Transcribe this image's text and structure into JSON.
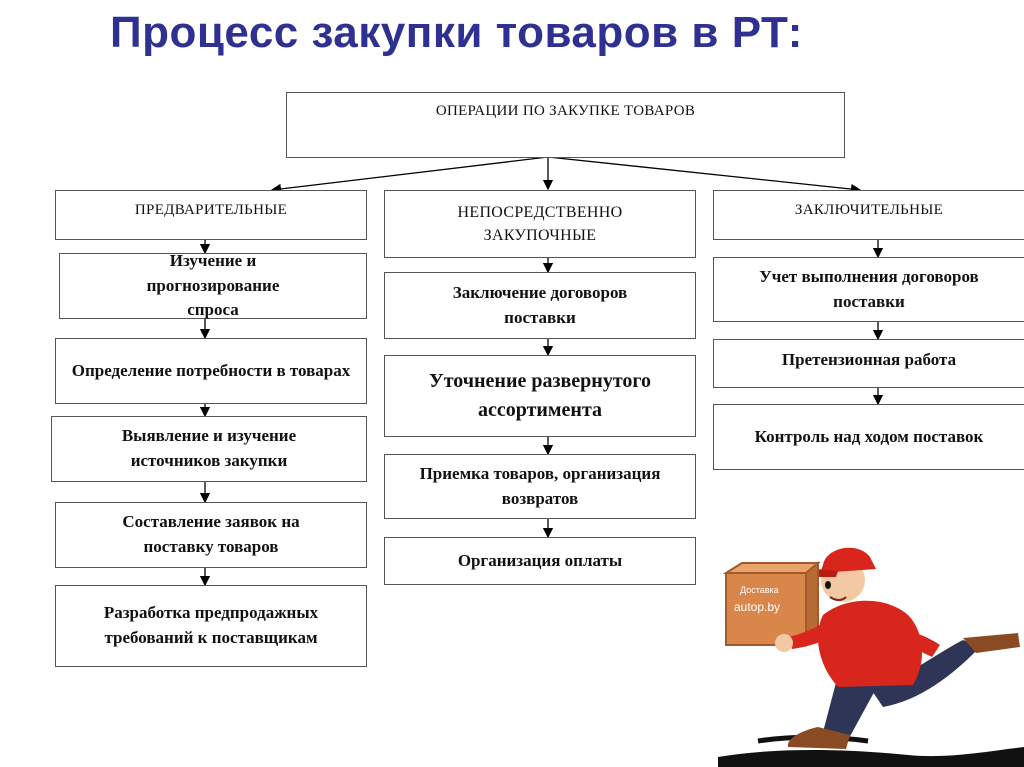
{
  "title": "Процесс закупки товаров в РТ:",
  "top_box": "ОПЕРАЦИИ ПО ЗАКУПКЕ ТОВАРОВ",
  "columns": {
    "left": {
      "header": "ПРЕДВАРИТЕЛЬНЫЕ",
      "items": [
        "Изучение и прогнозирование спроса",
        "Определение потребности в товарах",
        "Выявление и изучение источников закупки",
        "Составление заявок на поставку товаров",
        "Разработка предпродажных требований к поставщикам"
      ]
    },
    "middle": {
      "header": "НЕПОСРЕДСТВЕННО ЗАКУПОЧНЫЕ",
      "items": [
        "Заключение договоров поставки",
        "Уточнение развернутого ассортимента",
        "Приемка товаров, организация возвратов",
        "Организация оплаты"
      ]
    },
    "right": {
      "header": "ЗАКЛЮЧИТЕЛЬНЫЕ",
      "items": [
        "Учет выполнения договоров поставки",
        "Претензионная работа",
        "Контроль над ходом поставок"
      ]
    }
  },
  "illustration": {
    "box_label_1": "Доставка",
    "box_label_2": "autop.by",
    "colors": {
      "shirt": "#d9261c",
      "cap": "#d9261c",
      "box": "#d9864a",
      "pants": "#2e3556"
    }
  }
}
